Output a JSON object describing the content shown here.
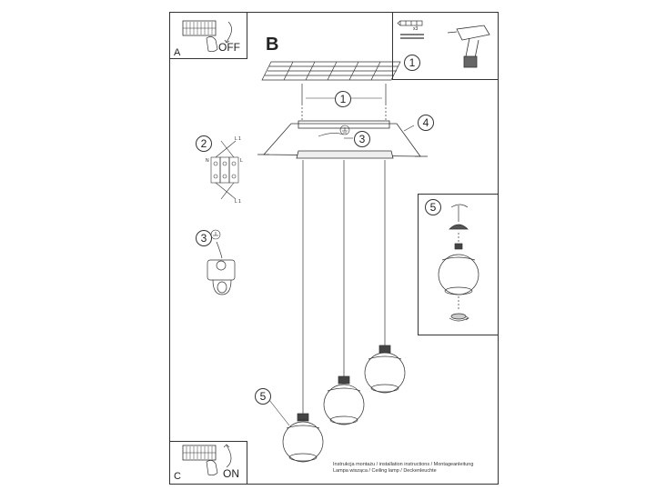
{
  "panels": {
    "a": {
      "letter": "A",
      "state": "OFF"
    },
    "b": {
      "letter": "B"
    },
    "c": {
      "letter": "C",
      "state": "ON"
    }
  },
  "callouts": {
    "c1": "1",
    "c2": "2",
    "c3": "3",
    "c4": "4",
    "c5": "5"
  },
  "kit": {
    "dowel_qty": "x3"
  },
  "footer": {
    "line1": "Instrukcja montażu / installation instructions / Montageanleitung",
    "line2": "Lampa wisząca / Ceiling lamp / Deckenleuchte"
  },
  "wiring_labels": {
    "n": "N",
    "l": "L",
    "l1": "L 1"
  },
  "colors": {
    "line": "#333333",
    "bg": "#ffffff"
  }
}
